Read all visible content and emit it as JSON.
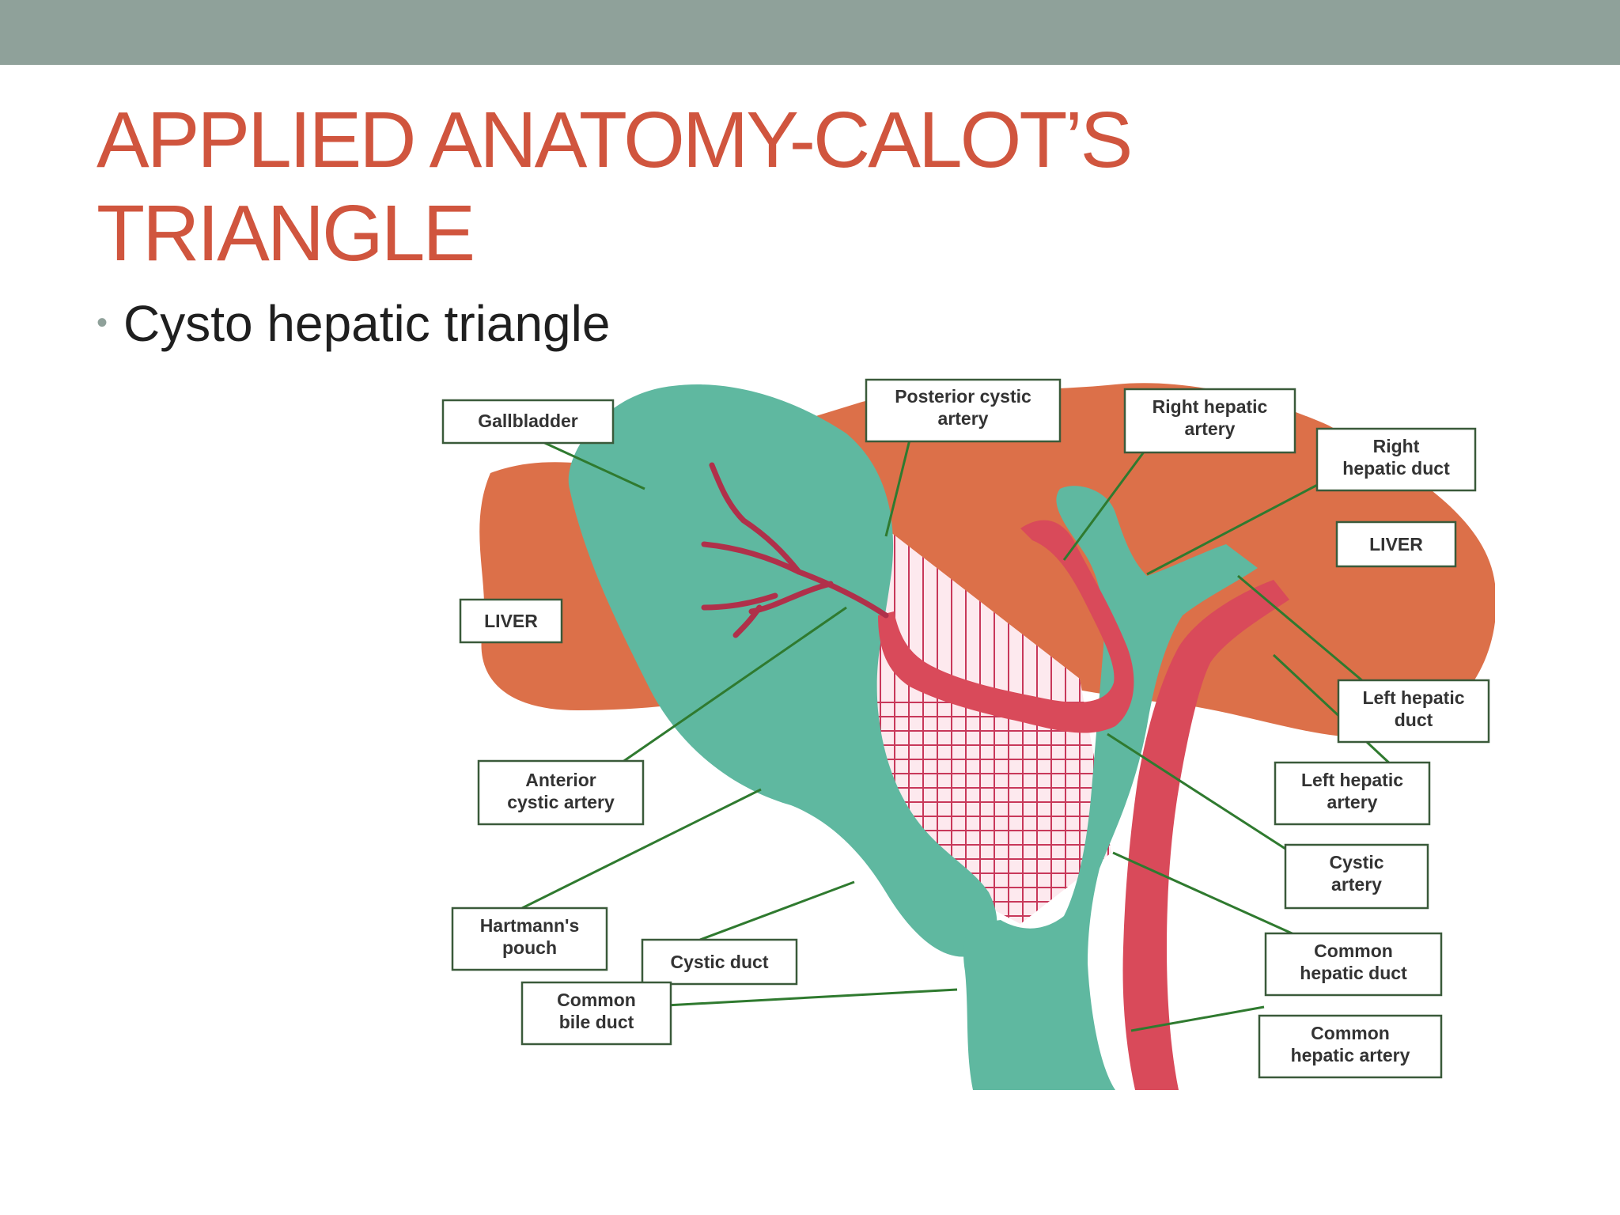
{
  "slide": {
    "title_line1": "APPLIED ANATOMY-CALOT’S",
    "title_line2": "TRIANGLE",
    "bullet": "Cysto hepatic triangle"
  },
  "figure": {
    "labels": {
      "gallbladder": [
        "Gallbladder"
      ],
      "posterior_cystic_artery": [
        "Posterior cystic",
        "artery"
      ],
      "right_hepatic_artery": [
        "Right hepatic",
        "artery"
      ],
      "right_hepatic_duct": [
        "Right",
        "hepatic duct"
      ],
      "liver_right": [
        "LIVER"
      ],
      "liver_left": [
        "LIVER"
      ],
      "left_hepatic_duct": [
        "Left hepatic",
        "duct"
      ],
      "anterior_cystic_artery": [
        "Anterior",
        "cystic artery"
      ],
      "left_hepatic_artery": [
        "Left hepatic",
        "artery"
      ],
      "cystic_artery": [
        "Cystic",
        "artery"
      ],
      "hartmanns_pouch": [
        "Hartmann's",
        "pouch"
      ],
      "cystic_duct": [
        "Cystic duct"
      ],
      "common_hepatic_duct": [
        "Common",
        "hepatic duct"
      ],
      "common_bile_duct": [
        "Common",
        "bile duct"
      ],
      "common_hepatic_artery": [
        "Common",
        "hepatic artery"
      ]
    },
    "colors": {
      "liver": "#d9643a",
      "duct": "#5fb8a0",
      "artery": "#d94a5a",
      "triangle_hatch": "#c8385a",
      "label_border": "#3a5a3a",
      "leader_line": "#2f7a2f"
    }
  }
}
